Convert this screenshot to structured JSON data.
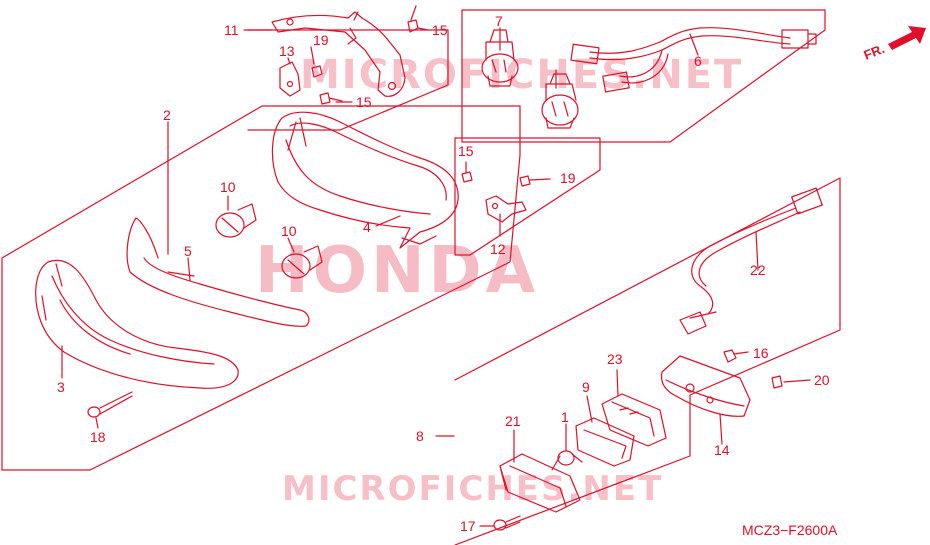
{
  "diagram": {
    "code": "MCZ3−F2600A",
    "front_marker": "FR.",
    "watermarks": [
      "HONDA",
      "MICROFICHES.NET",
      "MICROFICHES.NET"
    ],
    "colors": {
      "line": "#e0102a",
      "watermark": "#f4a6b2",
      "background": "#ffffff"
    },
    "callouts": [
      {
        "id": "c11",
        "label": "11"
      },
      {
        "id": "c15a",
        "label": "15"
      },
      {
        "id": "c13",
        "label": "13"
      },
      {
        "id": "c19a",
        "label": "19"
      },
      {
        "id": "c15b",
        "label": "15"
      },
      {
        "id": "c7",
        "label": "7"
      },
      {
        "id": "c6",
        "label": "6"
      },
      {
        "id": "c2",
        "label": "2"
      },
      {
        "id": "c10a",
        "label": "10"
      },
      {
        "id": "c10b",
        "label": "10"
      },
      {
        "id": "c5",
        "label": "5"
      },
      {
        "id": "c4",
        "label": "4"
      },
      {
        "id": "c3",
        "label": "3"
      },
      {
        "id": "c18",
        "label": "18"
      },
      {
        "id": "c15c",
        "label": "15"
      },
      {
        "id": "c19b",
        "label": "19"
      },
      {
        "id": "c12",
        "label": "12"
      },
      {
        "id": "c22",
        "label": "22"
      },
      {
        "id": "c16",
        "label": "16"
      },
      {
        "id": "c20",
        "label": "20"
      },
      {
        "id": "c23",
        "label": "23"
      },
      {
        "id": "c9",
        "label": "9"
      },
      {
        "id": "c1",
        "label": "1"
      },
      {
        "id": "c21",
        "label": "21"
      },
      {
        "id": "c8",
        "label": "8"
      },
      {
        "id": "c14",
        "label": "14"
      },
      {
        "id": "c17",
        "label": "17"
      }
    ]
  }
}
